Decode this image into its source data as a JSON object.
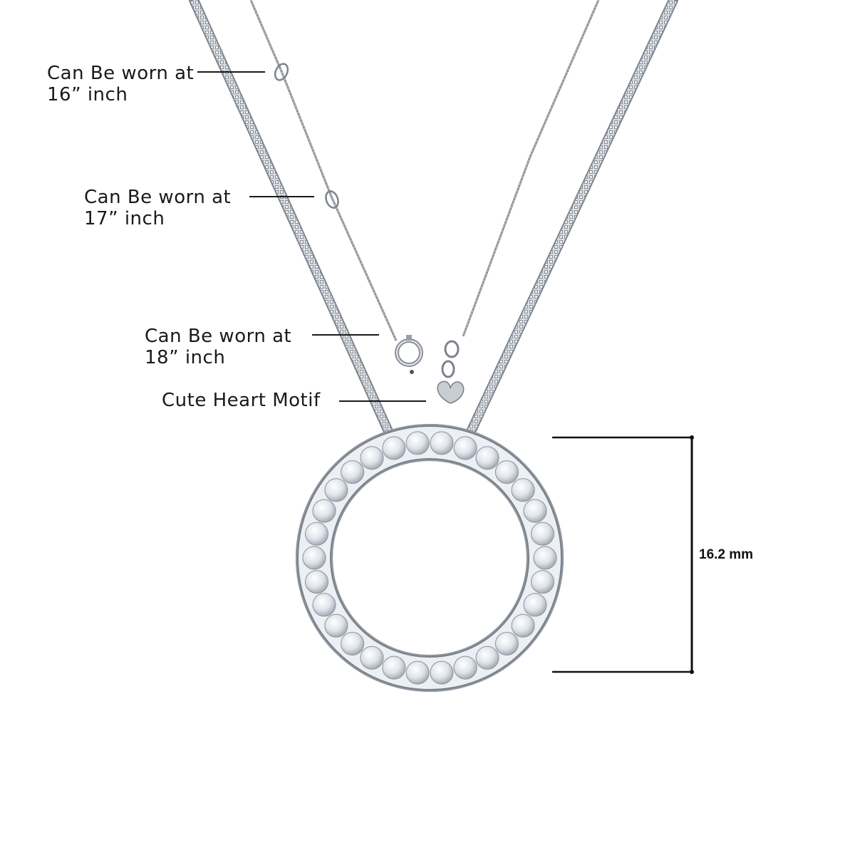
{
  "callouts": {
    "worn_16": {
      "line1": "Can Be worn at",
      "line2": "16” inch"
    },
    "worn_17": {
      "line1": "Can Be worn at",
      "line2": "17” inch"
    },
    "worn_18": {
      "line1": "Can Be worn at",
      "line2": "18” inch"
    },
    "heart": {
      "label": "Cute Heart Motif"
    }
  },
  "dimension": {
    "label": "16.2 mm"
  },
  "colors": {
    "background": "#ffffff",
    "text": "#1a1a1a",
    "metal": "#b9bec6",
    "metal_dark": "#7d838c",
    "diamond": "#e9edf2"
  },
  "icons": {
    "pendant": "circle-pendant-icon",
    "heart": "heart-charm-icon",
    "clasp": "spring-ring-clasp-icon"
  }
}
